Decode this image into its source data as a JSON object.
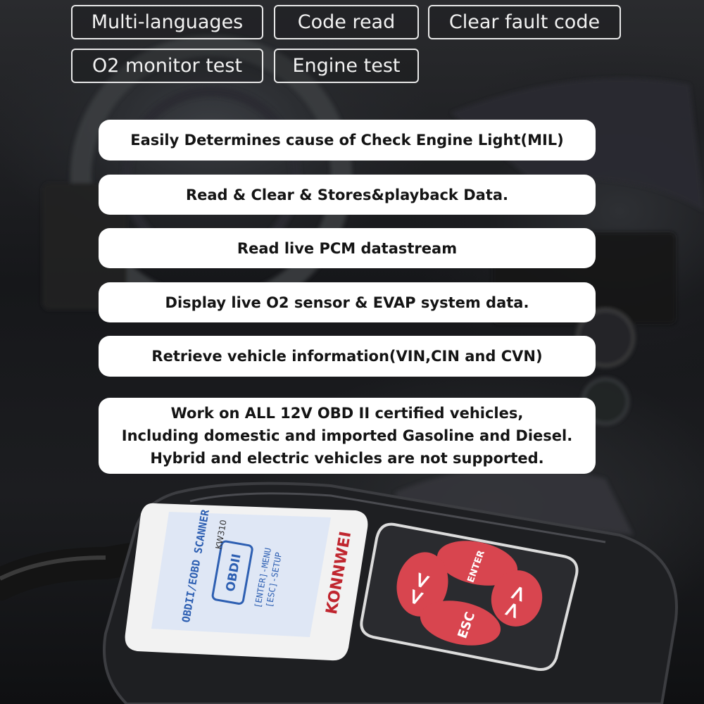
{
  "tags": [
    {
      "label": "Multi-languages"
    },
    {
      "label": "Code read"
    },
    {
      "label": "Clear fault code"
    },
    {
      "label": "O2 monitor test"
    },
    {
      "label": "Engine test"
    }
  ],
  "features": [
    "Easily Determines cause of Check Engine Light(MIL)",
    "Read & Clear & Stores&playback Data.",
    "Read live PCM datastream",
    "Display live O2 sensor & EVAP system data.",
    "Retrieve vehicle information(VIN,CIN and CVN)"
  ],
  "compatibility": [
    "Work on ALL 12V OBD II certified vehicles,",
    "Including domestic and imported Gasoline and Diesel.",
    "Hybrid and electric vehicles are not supported."
  ],
  "device": {
    "model": "KW310",
    "brand": "KONNWEI",
    "screen_title": "OBDII/EOBD SCANNER",
    "screen_logo": "OBDII",
    "screen_line1": "[ENTER]-MENU",
    "screen_line2": "[ESC]-SETUP",
    "btn_enter": "ENTER",
    "btn_esc": "ESC",
    "btn_left": "<<",
    "btn_right": ">>"
  },
  "colors": {
    "button_red": "#d8454f",
    "screen": "#dfe7f5",
    "body": "#1e1f22"
  }
}
